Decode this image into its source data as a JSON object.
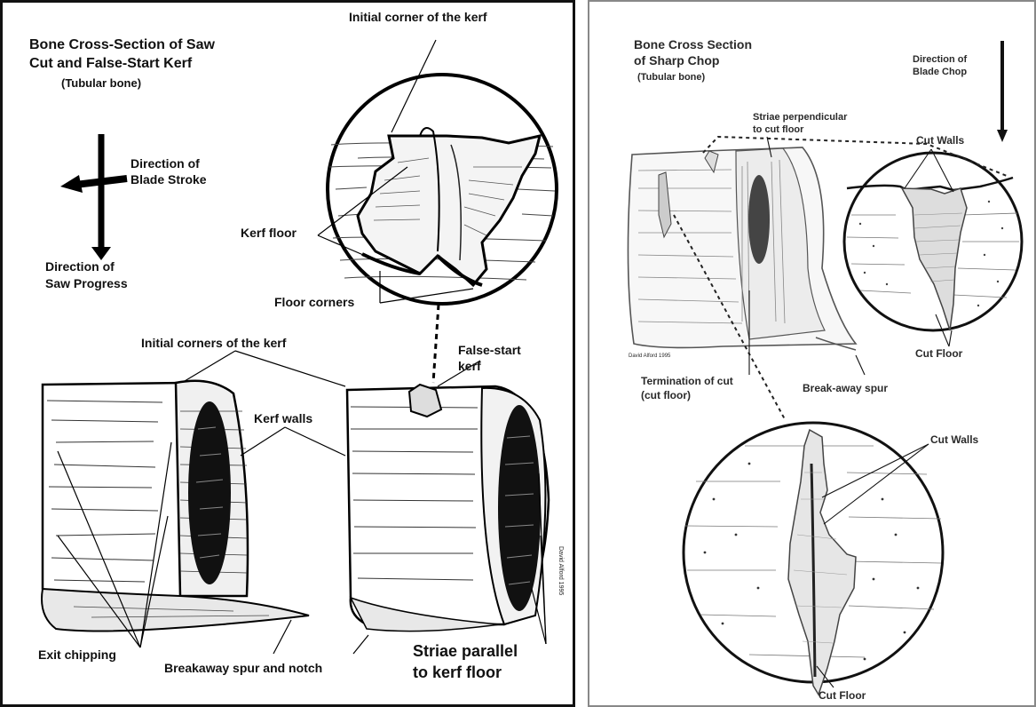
{
  "left": {
    "title_line1": "Bone Cross-Section of Saw",
    "title_line2": "Cut and False-Start Kerf",
    "subtitle": "(Tubular bone)",
    "direction_blade_1": "Direction of",
    "direction_blade_2": "Blade Stroke",
    "direction_saw_1": "Direction of",
    "direction_saw_2": "Saw Progress",
    "initial_corner": "Initial corner of the kerf",
    "kerf_floor": "Kerf floor",
    "floor_corners": "Floor corners",
    "initial_corners": "Initial corners of the kerf",
    "false_start_1": "False-start",
    "false_start_2": "kerf",
    "kerf_walls": "Kerf walls",
    "exit_chipping": "Exit chipping",
    "breakaway": "Breakaway spur and notch",
    "striae_1": "Striae parallel",
    "striae_2": "to kerf floor",
    "credit": "David Alford 1995"
  },
  "right": {
    "title_line1": "Bone Cross Section",
    "title_line2": "of Sharp Chop",
    "subtitle": "(Tubular bone)",
    "direction_1": "Direction of",
    "direction_2": "Blade Chop",
    "striae_1": "Striae perpendicular",
    "striae_2": "to cut floor",
    "cut_walls_top": "Cut Walls",
    "cut_floor_top": "Cut Floor",
    "credit": "David Alford 1995",
    "termination_1": "Termination of cut",
    "termination_2": "(cut floor)",
    "breakaway": "Break-away spur",
    "cut_walls_bottom": "Cut Walls",
    "cut_floor_bottom": "Cut Floor"
  }
}
